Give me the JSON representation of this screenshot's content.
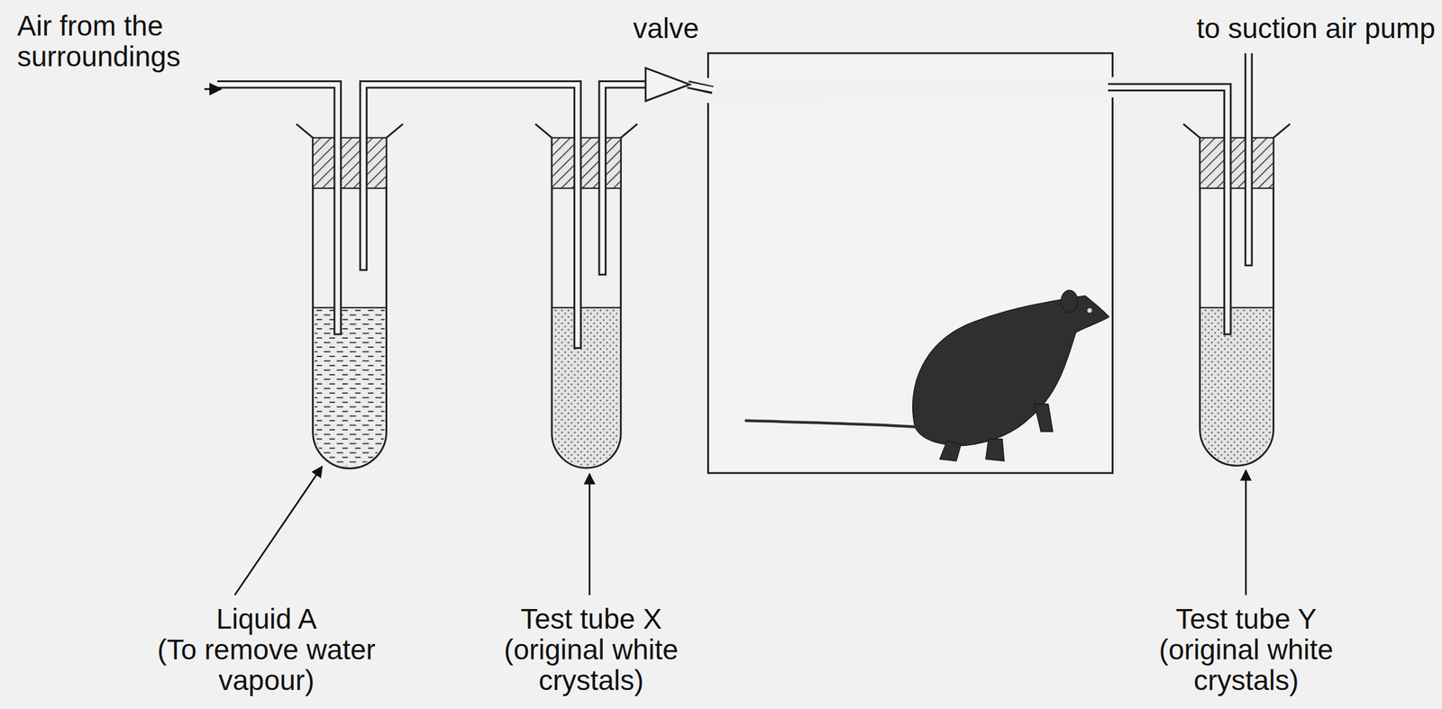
{
  "diagram": {
    "labels": [
      "Air from the surroundings",
      "valve",
      "to suction air pump",
      "Liquid A",
      "(To remove water vapour)",
      "Test tube X",
      "(original white crystals)",
      "Test tube Y",
      "(original white crystals)"
    ]
  }
}
